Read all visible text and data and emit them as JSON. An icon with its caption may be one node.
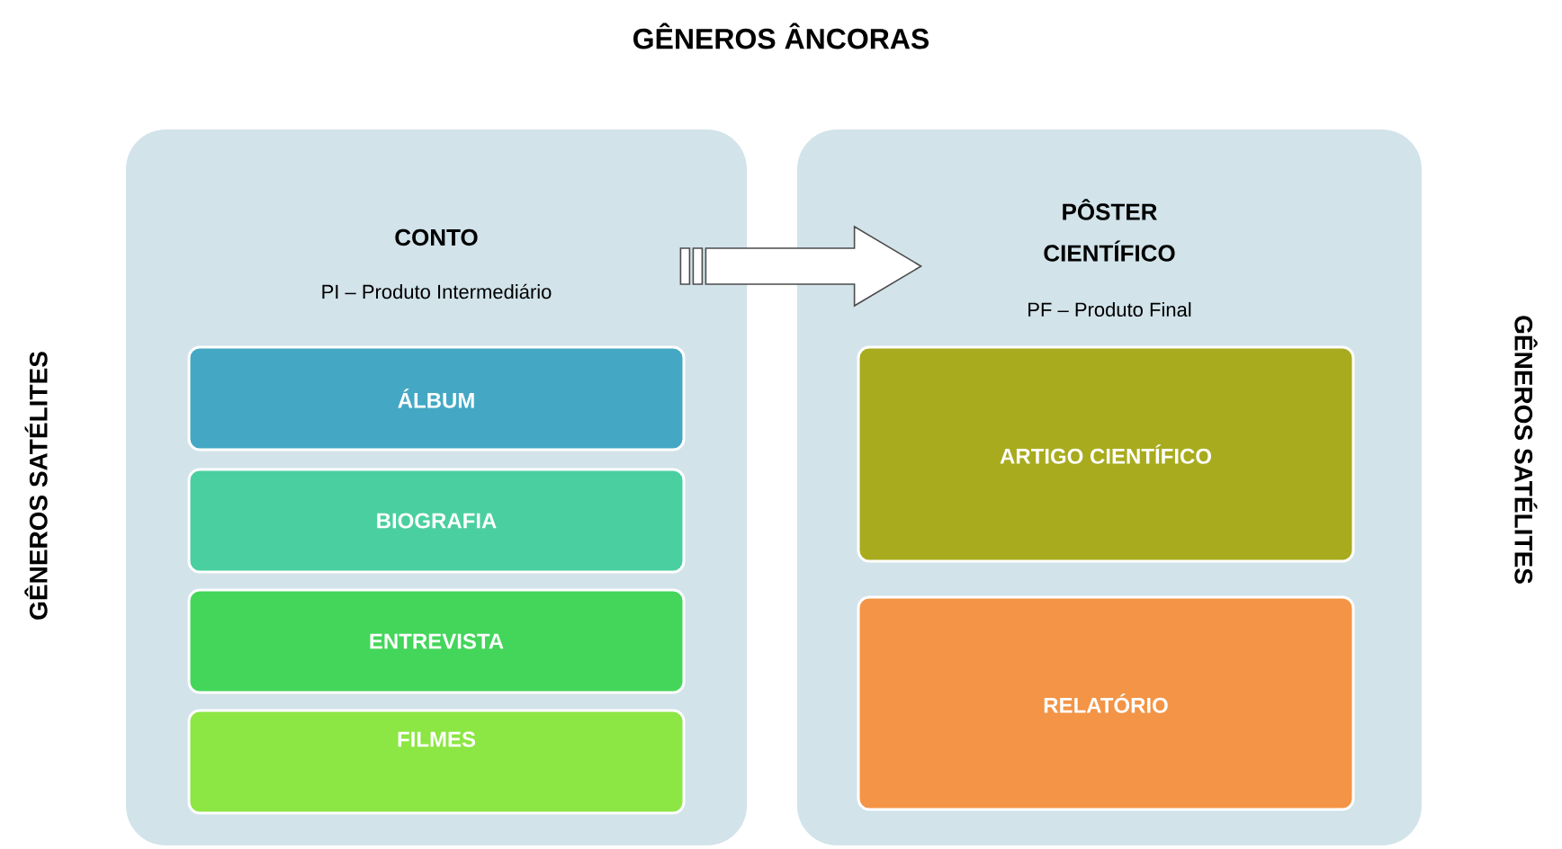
{
  "diagram": {
    "title": "GÊNEROS ÂNCORAS",
    "nodes": [
      {
        "text": [
          "CONTO",
          "PI – Produto Intermediário"
        ]
      },
      {
        "text": [
          "ÁLBUM"
        ],
        "in": 0
      },
      {
        "text": [
          "BIOGRAFIA"
        ],
        "in": 0
      },
      {
        "text": [
          "ENTREVISTA"
        ],
        "in": 0
      },
      {
        "text": [
          "FILMES"
        ],
        "in": 0
      },
      {
        "text": [
          "PÔSTER CIENTÍFICO",
          "PF – Produto Final"
        ]
      },
      {
        "text": [
          "ARTIGO CIENTÍFICO"
        ],
        "in": 5
      },
      {
        "text": [
          "RELATÓRIO"
        ],
        "in": 5
      }
    ],
    "edges": [
      {
        "from": 0,
        "to": 5,
        "arrow": "to"
      }
    ],
    "labels": [
      "GÊNEROS SATÉLITES",
      "GÊNEROS SATÉLITES"
    ]
  }
}
